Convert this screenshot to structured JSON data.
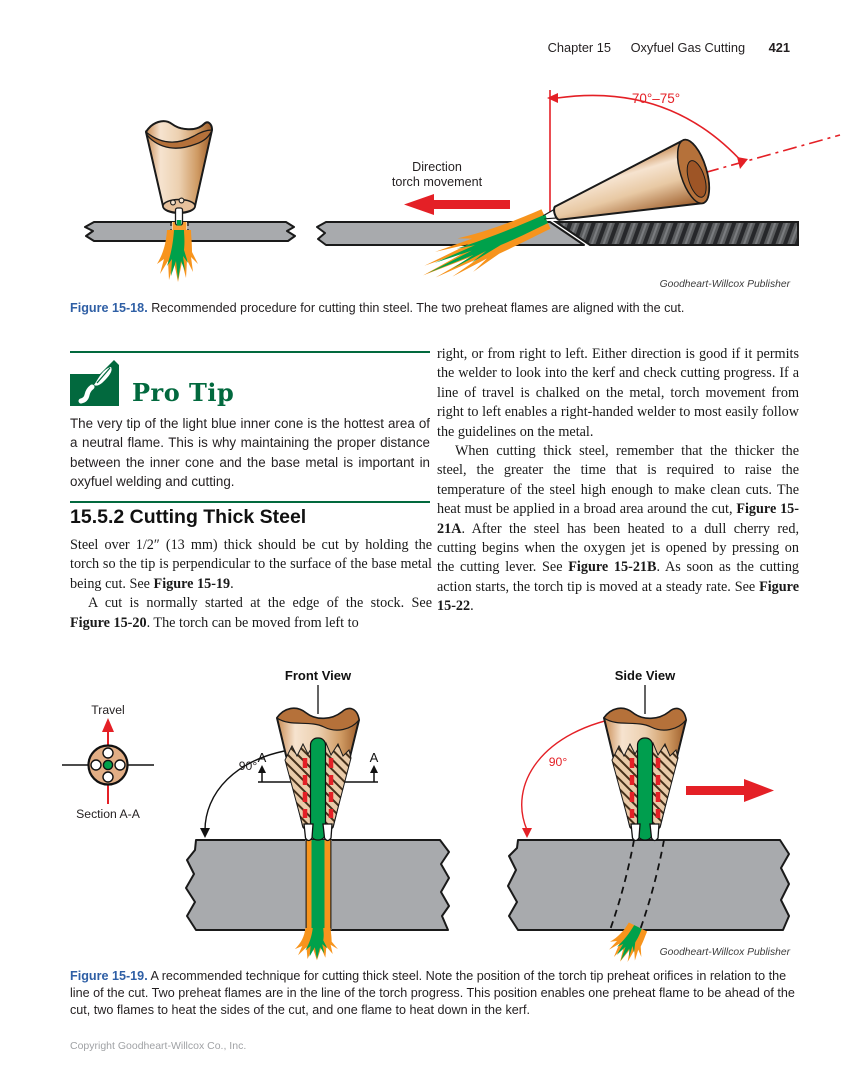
{
  "header": {
    "chapter": "Chapter 15",
    "book_title": "Oxyfuel Gas Cutting",
    "page_number": "421"
  },
  "fig18": {
    "angle_label": "70°–75°",
    "direction_line1": "Direction",
    "direction_line2": "torch movement",
    "credit": "Goodheart-Willcox Publisher",
    "caption_label": "Figure 15-18.",
    "caption_text": " Recommended procedure for cutting thin steel. The two preheat flames are aligned with the cut."
  },
  "protip": {
    "title": "Pro Tip",
    "body": "The very tip of the light blue inner cone is the hottest area of a neutral flame. This is why maintaining the proper distance between the inner cone and the base metal is important in oxyfuel welding and cutting."
  },
  "section": {
    "heading": "15.5.2 Cutting Thick Steel",
    "left_p1_a": "Steel over 1/2″ (13 mm) thick should be cut by holding the torch so the tip is perpendicular to the surface of the base metal being cut. See ",
    "left_p1_ref": "Figure 15-19",
    "left_p1_b": ".",
    "left_p2_a": "A cut is normally started at the edge of the stock. See ",
    "left_p2_ref": "Figure 15-20",
    "left_p2_b": ". The torch can be moved from left to",
    "right_p1": "right, or from right to left. Either direction is good if it permits the welder to look into the kerf and check cutting progress. If a line of travel is chalked on the metal, torch movement from right to left enables a right-handed welder to most easily follow the guidelines on the metal.",
    "right_p2_a": "When cutting thick steel, remember that the thicker the steel, the greater the time that is required to raise the temperature of the steel high enough to make clean cuts. The heat must be applied in a broad area around the cut, ",
    "right_p2_ref1": "Figure 15-21A",
    "right_p2_b": ". After the steel has been heated to a dull cherry red, cutting begins when the oxygen jet is opened by pressing on the cutting lever. See ",
    "right_p2_ref2": "Figure 15-21B",
    "right_p2_c": ". As soon as the cutting action starts, the torch tip is moved at a steady rate. See ",
    "right_p2_ref3": "Figure 15-22",
    "right_p2_d": "."
  },
  "fig19": {
    "front_view_label": "Front View",
    "side_view_label": "Side View",
    "travel_label": "Travel",
    "section_label": "Section A-A",
    "angle_front": "90°",
    "angle_side": "90°",
    "a_left": "A",
    "a_right": "A",
    "credit": "Goodheart-Willcox Publisher",
    "caption_label": "Figure 15-19.",
    "caption_text": " A recommended technique for cutting thick steel. Note the position of the torch tip preheat orifices in relation to the line of the cut. Two preheat flames are in the line of the torch progress. This position enables one preheat flame to be ahead of the cut, two flames to heat the sides of the cut, and one flame to heat down in the kerf."
  },
  "footer": {
    "copyright": "Copyright Goodheart-Willcox Co., Inc."
  },
  "colors": {
    "caption_blue": "#2f5fa5",
    "protip_green": "#02693e",
    "flame_green": "#00a14b",
    "flame_orange": "#f7941d",
    "annotation_red": "#e42026",
    "steel_gray": "#a8aaad",
    "slag_dark": "#5a5c5e"
  }
}
